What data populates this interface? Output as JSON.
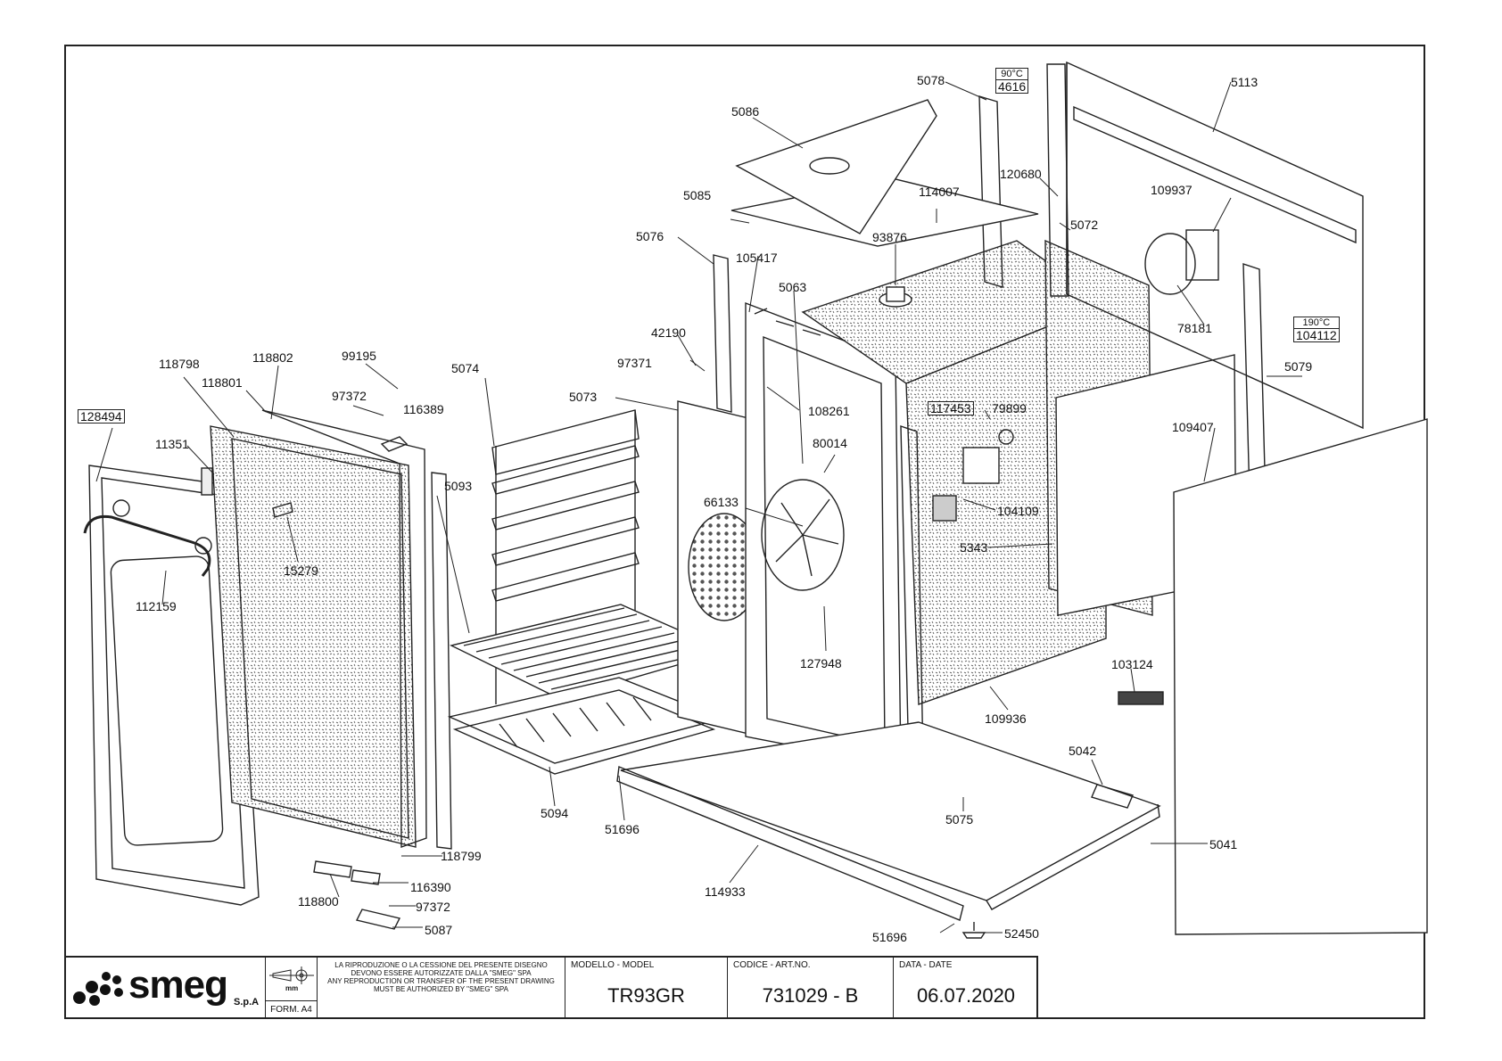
{
  "title_block": {
    "brand": "smeg",
    "brand_suffix": "S.p.A",
    "units": "mm",
    "format": "FORM. A4",
    "notice_it": "LA RIPRODUZIONE O LA CESSIONE DEL PRESENTE DISEGNO DEVONO ESSERE AUTORIZZATE DALLA \"SMEG\" SPA",
    "notice_en": "ANY REPRODUCTION OR TRANSFER OF THE PRESENT DRAWING MUST BE AUTHORIZED BY \"SMEG\" SPA",
    "model_header": "MODELLO - MODEL",
    "model": "TR93GR",
    "code_header": "CODICE - ART.NO.",
    "code": "731029 - B",
    "date_header": "DATA - DATE",
    "date": "06.07.2020"
  },
  "parts": {
    "p128494": "128494",
    "p11351": "11351",
    "p118798": "118798",
    "p118801": "118801",
    "p118802": "118802",
    "p99195": "99195",
    "p97372a": "97372",
    "p116389": "116389",
    "p15279": "15279",
    "p112159": "112159",
    "p5074": "5074",
    "p5093": "5093",
    "p5073": "5073",
    "p42190": "42190",
    "p97371": "97371",
    "p5076": "5076",
    "p105417": "105417",
    "p5063": "5063",
    "p5085": "5085",
    "p5086": "5086",
    "p5078": "5078",
    "p4616": "4616",
    "t90": "90°C",
    "p114007": "114007",
    "p93876": "93876",
    "p120680": "120680",
    "p5072": "5072",
    "p109937": "109937",
    "p5113": "5113",
    "p78181": "78181",
    "t190": "190°C",
    "p104112": "104112",
    "p5079": "5079",
    "p108261": "108261",
    "p117453": "117453",
    "p79899": "79899",
    "p80014": "80014",
    "p66133": "66133",
    "p104109": "104109",
    "p5343": "5343",
    "p109407": "109407",
    "p127948": "127948",
    "p103124": "103124",
    "p109936": "109936",
    "p5042": "5042",
    "p5094": "5094",
    "p51696a": "51696",
    "p5075": "5075",
    "p5041": "5041",
    "p114933": "114933",
    "p51696b": "51696",
    "p52450": "52450",
    "p118799": "118799",
    "p116390": "116390",
    "p118800": "118800",
    "p97372b": "97372",
    "p5087": "5087"
  }
}
